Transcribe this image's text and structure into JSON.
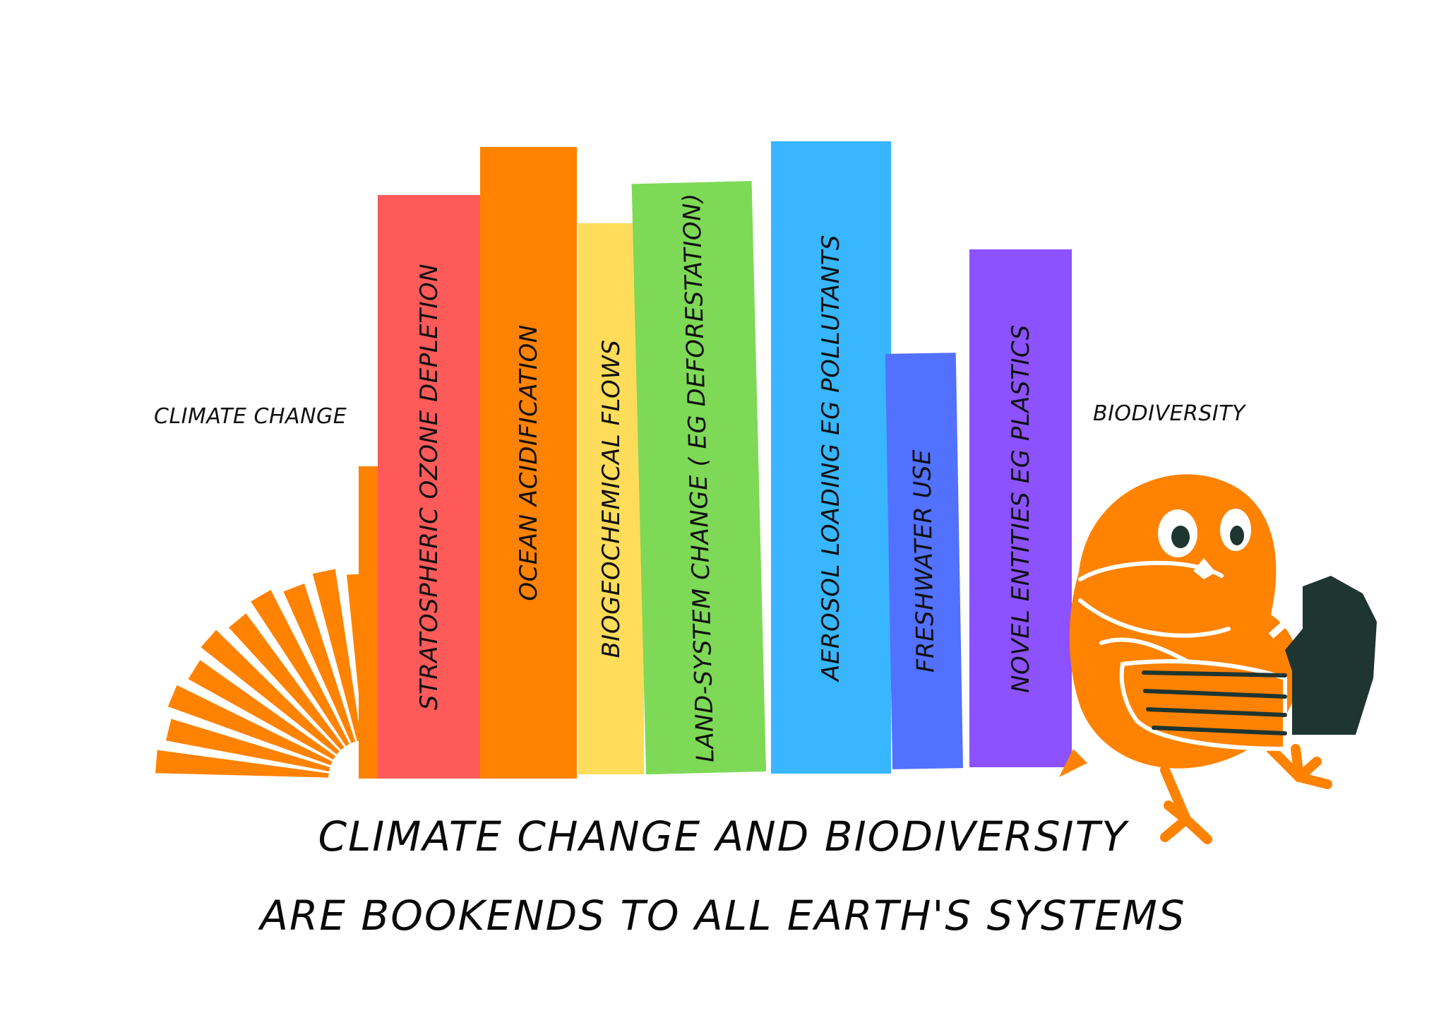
{
  "labels": {
    "left_bookend": "CLIMATE CHANGE",
    "right_bookend": "BIODIVERSITY"
  },
  "books": [
    {
      "id": "stratospheric",
      "label": "STRATOSPHERIC OZONE DEPLETION",
      "color": "#ff5a5a"
    },
    {
      "id": "ocean",
      "label": "OCEAN ACIDIFICATION",
      "color": "#ff8200"
    },
    {
      "id": "biogeochemical",
      "label": "BIOGEOCHEMICAL FLOWS",
      "color": "#ffdc5a"
    },
    {
      "id": "land",
      "label": "LAND-SYSTEM CHANGE ( EG DEFORESTATION)",
      "color": "#7ed957"
    },
    {
      "id": "aerosol",
      "label": "AEROSOL LOADING EG POLLUTANTS",
      "color": "#38b6ff"
    },
    {
      "id": "freshwater",
      "label": "FRESHWATER USE",
      "color": "#5271ff"
    },
    {
      "id": "novel",
      "label": "NOVEL ENTITIES EG PLASTICS",
      "color": "#8c52ff"
    }
  ],
  "caption": {
    "line1": "CLIMATE CHANGE AND BIODIVERSITY",
    "line2": "ARE BOOKENDS TO ALL EARTH'S SYSTEMS"
  },
  "colors": {
    "bookend_orange": "#ff8200",
    "book_bag": "#1e3530",
    "text": "#111111"
  },
  "icons": {
    "left_bookend": "sun-icon",
    "right_bookend": "bird-icon"
  }
}
